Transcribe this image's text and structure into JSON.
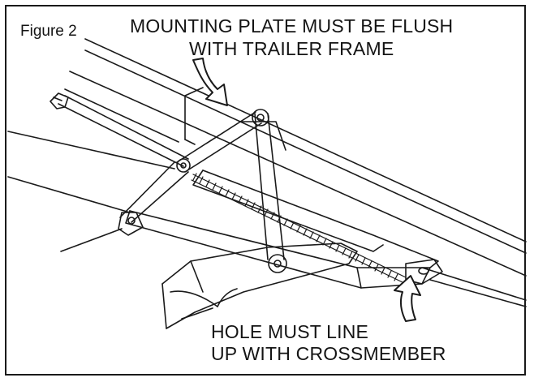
{
  "figure": {
    "label": "Figure 2",
    "callout_top": {
      "line1": "MOUNTING PLATE MUST BE FLUSH",
      "line2": "WITH TRAILER FRAME"
    },
    "callout_bottom": {
      "line1": "HOLE MUST LINE",
      "line2": "UP WITH CROSSMEMBER"
    }
  }
}
